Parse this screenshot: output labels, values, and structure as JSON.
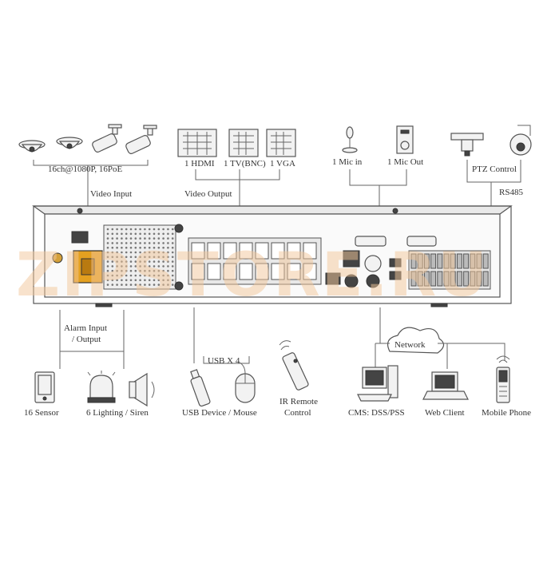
{
  "labels": {
    "cam_spec": "16ch@1080P, 16PoE",
    "video_input": "Video Input",
    "hdmi": "1 HDMI",
    "tv": "1 TV(BNC)",
    "vga": "1 VGA",
    "video_output": "Video Output",
    "mic_in": "1 Mic in",
    "mic_out": "1 Mic Out",
    "ptz": "PTZ Control",
    "rs485": "RS485",
    "alarm_line1": "Alarm Input",
    "alarm_line2": "/ Output",
    "usb_x4": "USB X 4",
    "network": "Network",
    "sensor": "16 Sensor",
    "lighting": "6 Lighting / Siren",
    "usb_device": "USB Device / Mouse",
    "ir_line1": "IR Remote",
    "ir_line2": "Control",
    "cms": "CMS: DSS/PSS",
    "web_client": "Web Client",
    "mobile": "Mobile Phone"
  },
  "watermark": "ZIPSTORE.RU",
  "colors": {
    "watermark": "#f3c79a",
    "line": "#666666",
    "device_fill": "#f2f2f2",
    "text": "#333333"
  }
}
